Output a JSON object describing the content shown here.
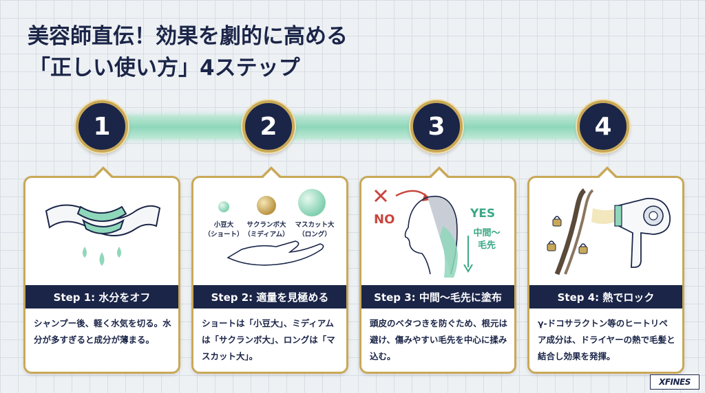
{
  "title": {
    "line1": "美容師直伝！効果を劇的に高める",
    "line2": "「正しい使い方」4ステップ"
  },
  "steps": [
    {
      "number": "1",
      "heading": "Step 1: 水分をオフ",
      "description": "シャンプー後、軽く水気を切る。水分が多すぎると成分が薄まる。"
    },
    {
      "number": "2",
      "heading": "Step 2: 適量を見極める",
      "description": "ショートは「小豆大」、ミディアムは「サクランボ大」、ロングは「マスカット大」。",
      "sizes": [
        {
          "name": "小豆大",
          "sub": "（ショート）"
        },
        {
          "name": "サクランボ大",
          "sub": "（ミディアム）"
        },
        {
          "name": "マスカット大",
          "sub": "（ロング）"
        }
      ]
    },
    {
      "number": "3",
      "heading": "Step 3: 中間〜毛先に塗布",
      "description": "頭皮のベタつきを防ぐため、根元は避け、傷みやすい毛先を中心に揉み込む。",
      "no_label": "NO",
      "yes_label": "YES",
      "yes_detail_1": "中間〜",
      "yes_detail_2": "毛先"
    },
    {
      "number": "4",
      "heading": "Step 4: 熱でロック",
      "description": "γ-ドコサラクトン等のヒートリペア成分は、ドライヤーの熱で毛髪と結合し効果を発揮。"
    }
  ],
  "logo": "XFINES",
  "colors": {
    "navy": "#1b2548",
    "gold": "#c9a857",
    "mint": "#8fd7bb",
    "no_red": "#c8463d",
    "yes_green": "#3aa885"
  }
}
